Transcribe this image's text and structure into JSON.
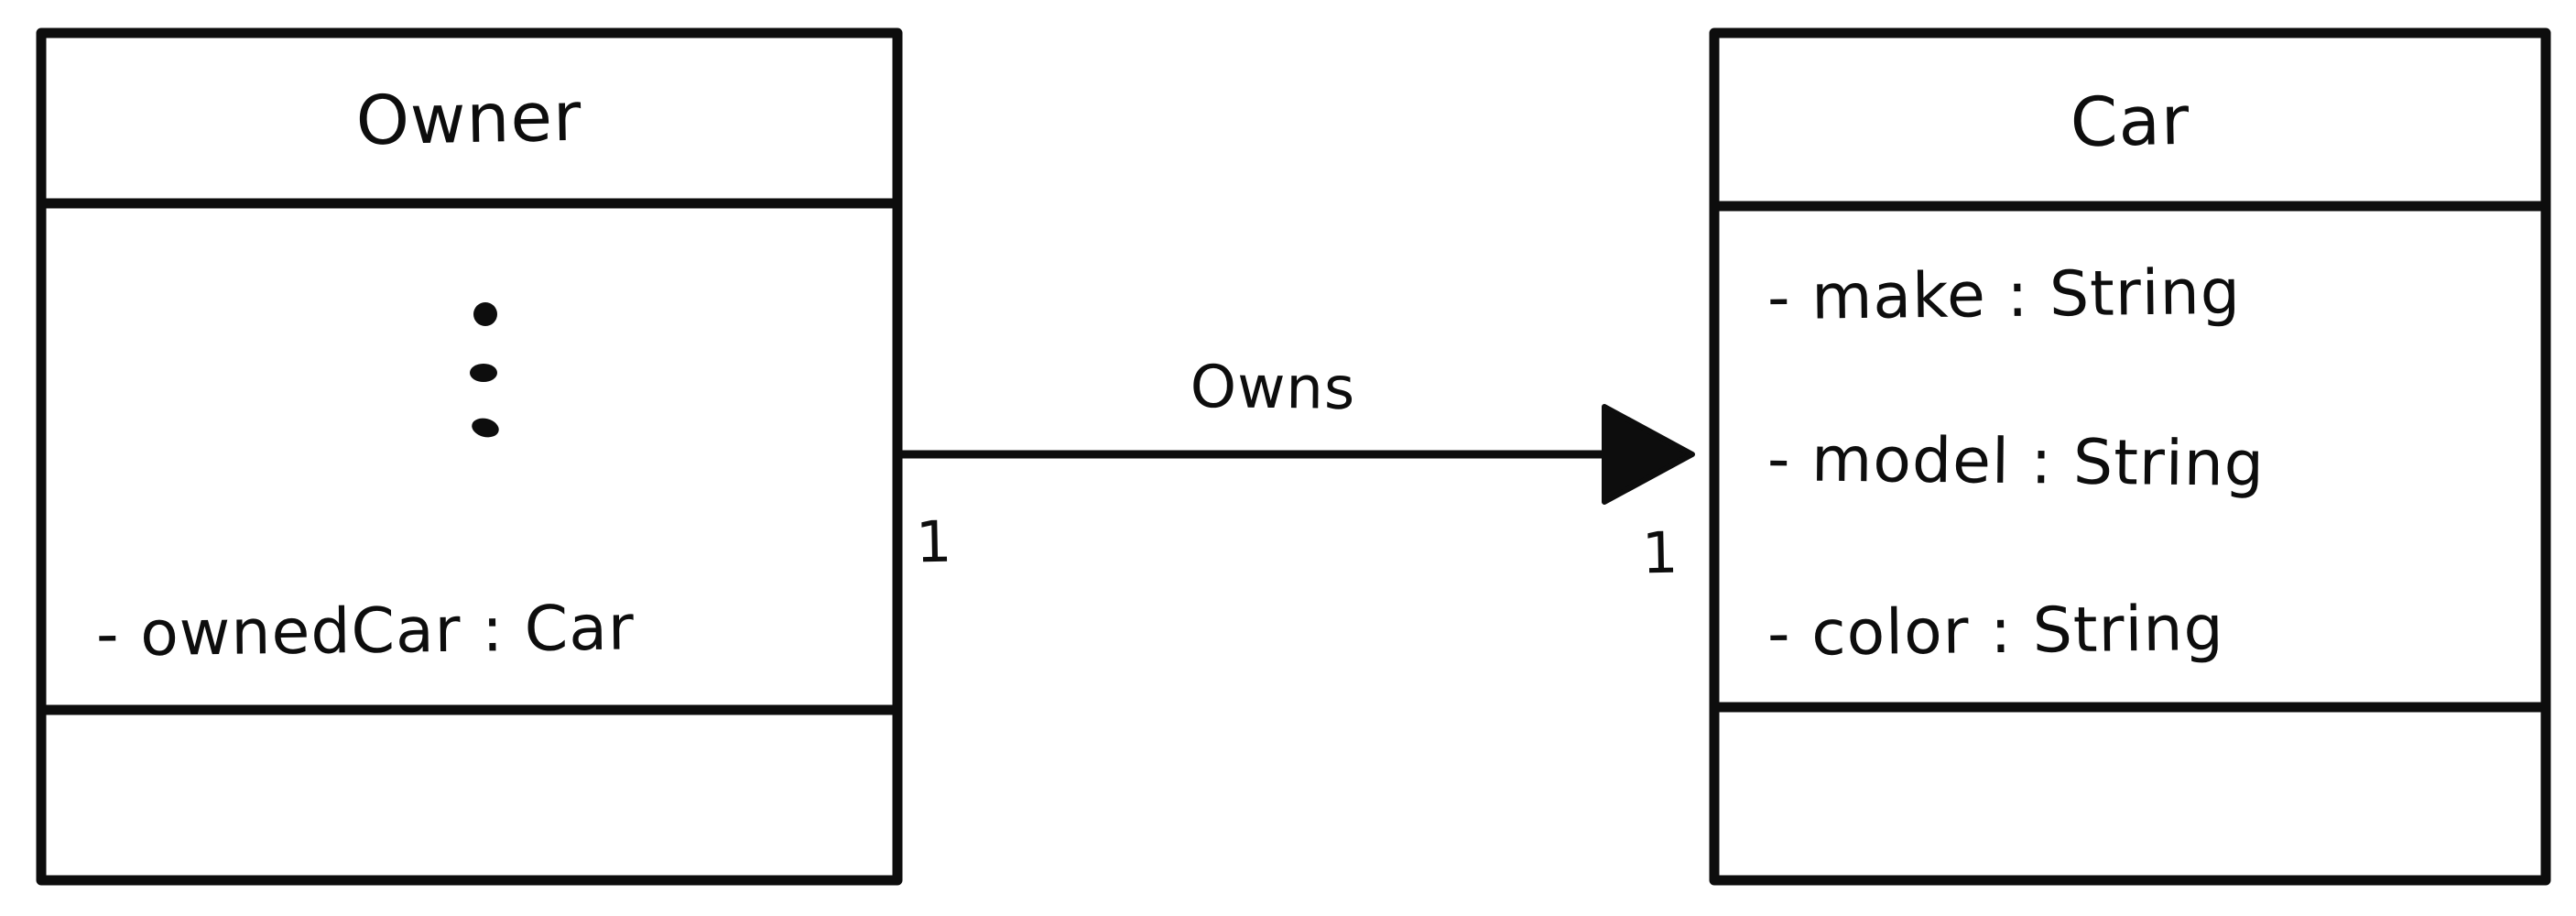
{
  "diagram": {
    "kind": "uml-class-diagram",
    "stroke_color": "#0d0d0d",
    "background_color": "#ffffff"
  },
  "classes": [
    {
      "id": "owner",
      "name": "Owner",
      "attributes": [
        {
          "text": "- ownedCar : Car"
        }
      ],
      "ellipsis": "⋮",
      "operations": []
    },
    {
      "id": "car",
      "name": "Car",
      "attributes": [
        {
          "text": "- make : String"
        },
        {
          "text": "- model : String"
        },
        {
          "text": "- color : String"
        }
      ],
      "ellipsis": "",
      "operations": []
    }
  ],
  "association": {
    "label": "Owns",
    "source_class": "Owner",
    "target_class": "Car",
    "source_multiplicity": "1",
    "target_multiplicity": "1",
    "arrow_style": "solid-filled-triangle",
    "direction": "Owner-to-Car"
  }
}
